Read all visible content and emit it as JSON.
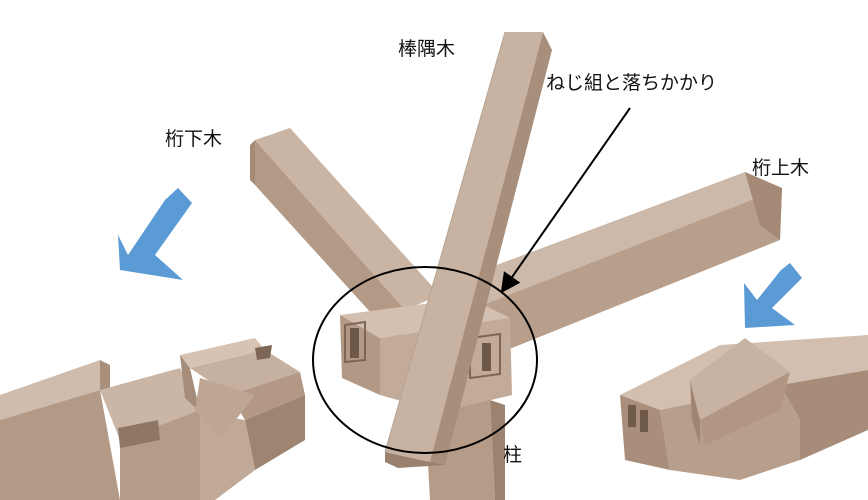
{
  "labels": {
    "hip_rafter": "棒隅木",
    "joint": "ねじ組と落ちかかり",
    "lower_beam": "桁下木",
    "upper_beam": "桁上木",
    "post": "柱"
  },
  "colors": {
    "wood_top": "#c8b3a3",
    "wood_side": "#b59b88",
    "wood_dark": "#9c8270",
    "arrow": "#5b9bd5",
    "line": "#000000"
  }
}
